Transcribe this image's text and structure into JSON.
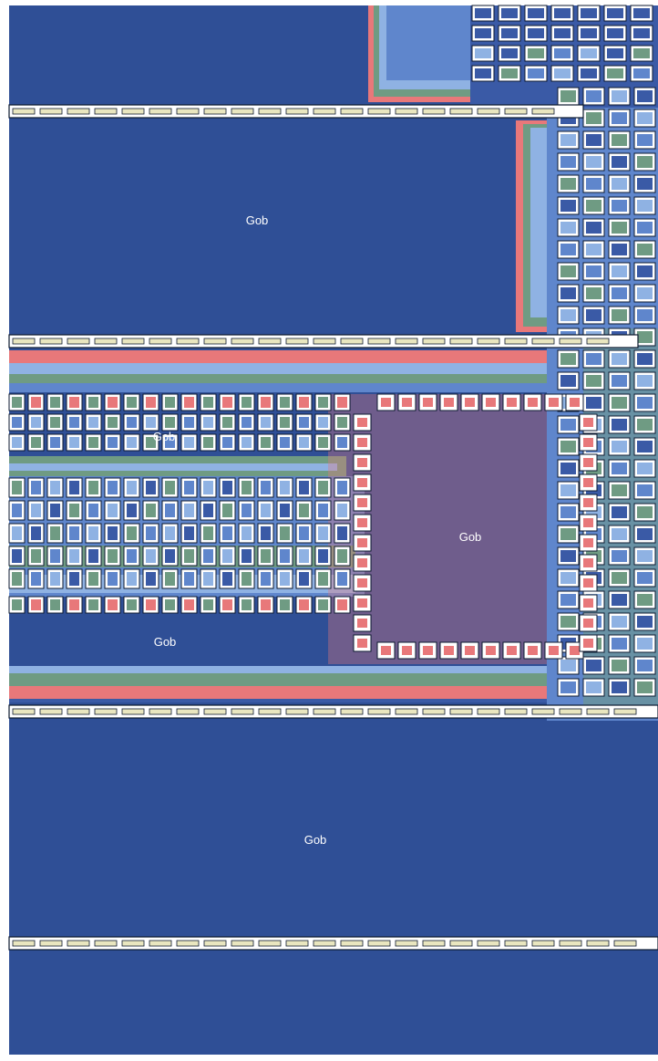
{
  "figure": {
    "colors": {
      "page": "#ffffff",
      "gob_block": "#2f4f96",
      "deep_blue": "#3a5aa6",
      "light_blue": "#8fb2e3",
      "mid_blue": "#5f86cc",
      "green": "#6f9b83",
      "red": "#e8787a",
      "cream": "#e9e6bf",
      "trace": "#ffffff",
      "outline": "#0d1a30"
    },
    "gob_labels": [
      {
        "name": "gob-label-upper",
        "text": "Gob"
      },
      {
        "name": "gob-label-left-upper",
        "text": "Gob"
      },
      {
        "name": "gob-label-pillar-island",
        "text": "Gob"
      },
      {
        "name": "gob-label-left-lower",
        "text": "Gob"
      },
      {
        "name": "gob-label-bottom",
        "text": "Gob"
      }
    ]
  }
}
